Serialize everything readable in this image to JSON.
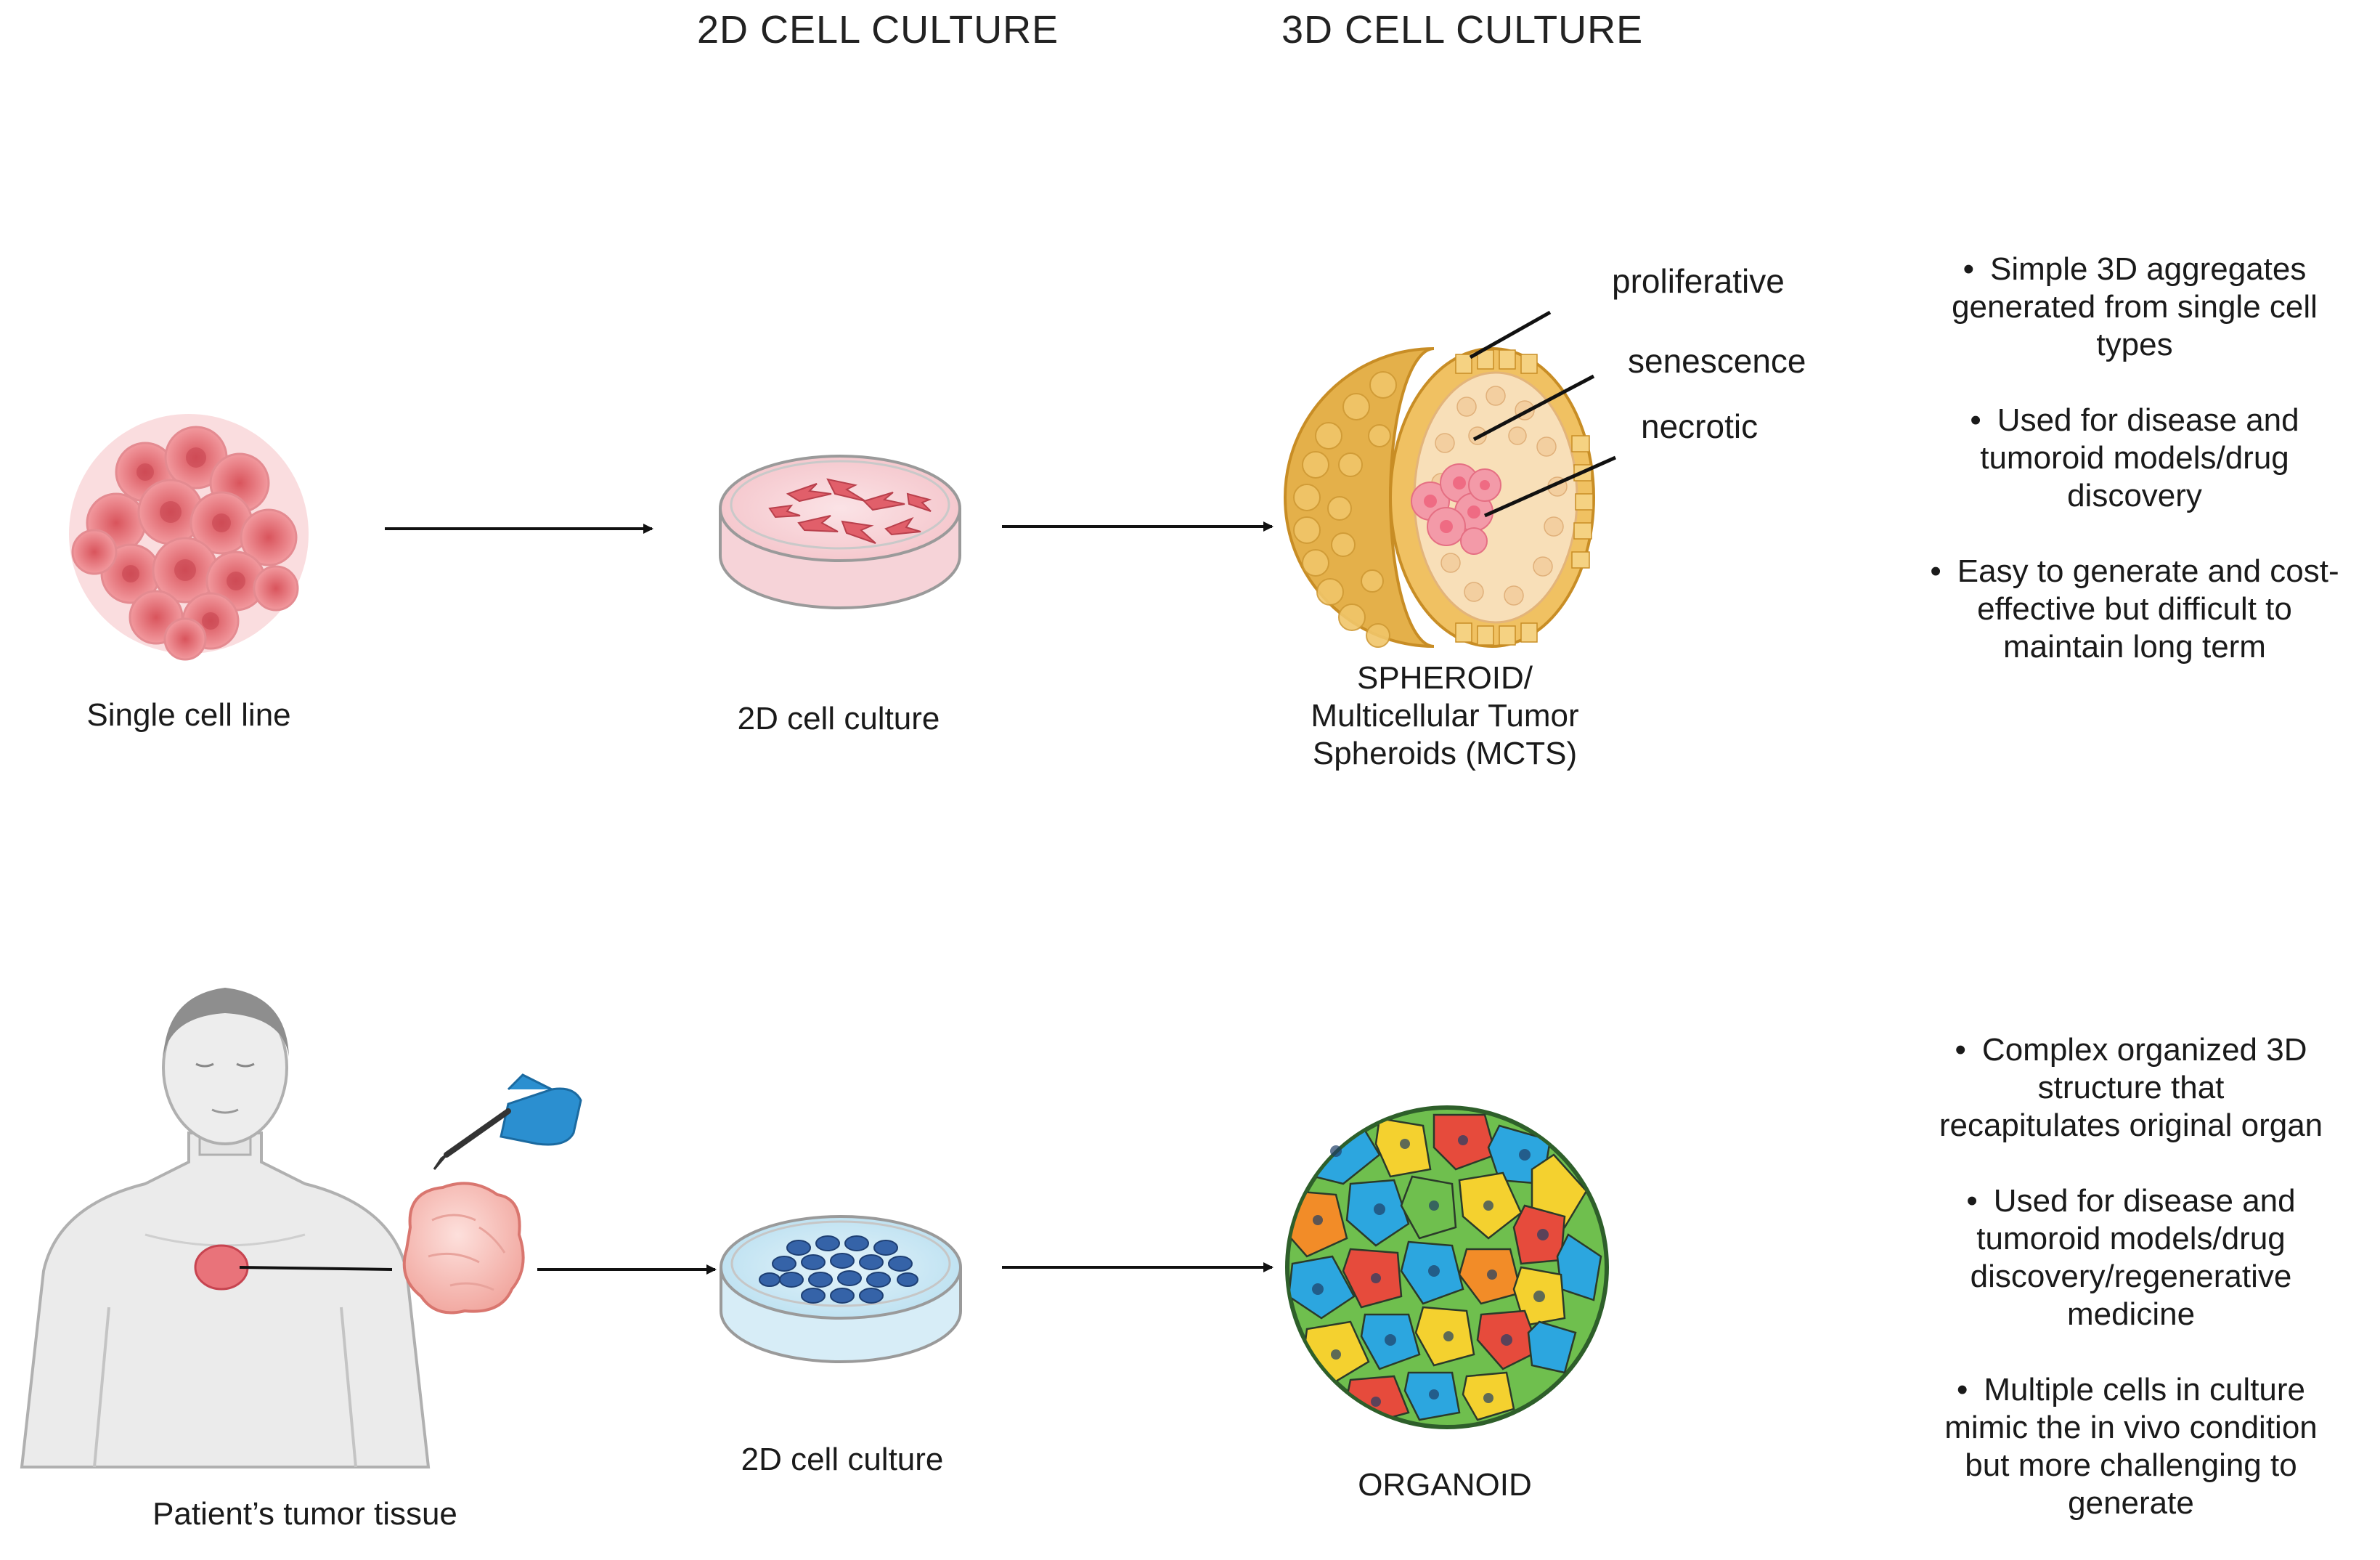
{
  "headers": {
    "col_2d": "2D CELL CULTURE",
    "col_3d": "3D CELL CULTURE"
  },
  "top_row": {
    "source_label": "Single cell line",
    "culture_label": "2D cell culture",
    "result_label_lines": [
      "SPHEROID/",
      "Multicellular Tumor",
      "Spheroids (MCTS)"
    ],
    "zones": {
      "proliferative": "proliferative",
      "senescence": "senescence",
      "necrotic": "necrotic"
    },
    "bullets": [
      [
        "Simple 3D aggregates",
        "generated from single cell",
        "types"
      ],
      [
        "Used for disease and",
        "tumoroid models/drug",
        "discovery"
      ],
      [
        "Easy to generate and cost-",
        "effective but difficult to",
        "maintain long term"
      ]
    ]
  },
  "bottom_row": {
    "source_label": "Patient’s tumor tissue",
    "culture_label": "2D cell culture",
    "result_label": "ORGANOID",
    "bullets": [
      [
        "Complex organized 3D",
        "structure that",
        "recapitulates original organ"
      ],
      [
        "Used for disease and",
        "tumoroid models/drug",
        "discovery/regenerative",
        "medicine"
      ],
      [
        "Multiple cells in culture",
        "mimic the in vivo condition",
        "but more challenging to",
        "generate"
      ]
    ]
  },
  "icons": [
    "cell-cluster-icon",
    "petri-dish-pink-icon",
    "spheroid-cross-section-icon",
    "human-figure-icon",
    "scalpel-glove-icon",
    "tumor-tissue-icon",
    "petri-dish-blue-icon",
    "organoid-sphere-icon",
    "arrow-icon"
  ],
  "colors": {
    "pink_cells": "#e9737a",
    "spheroid_outer": "#e8b64a",
    "spheroid_inner": "#f6dcb4",
    "necrotic_core": "#f29aa6",
    "petri_blue": "#cfe8f3",
    "blue_cells": "#3563a8",
    "organoid_colors": [
      "#2ca6df",
      "#f4d12f",
      "#e64b3c",
      "#6fbf4e",
      "#f28c28"
    ]
  }
}
